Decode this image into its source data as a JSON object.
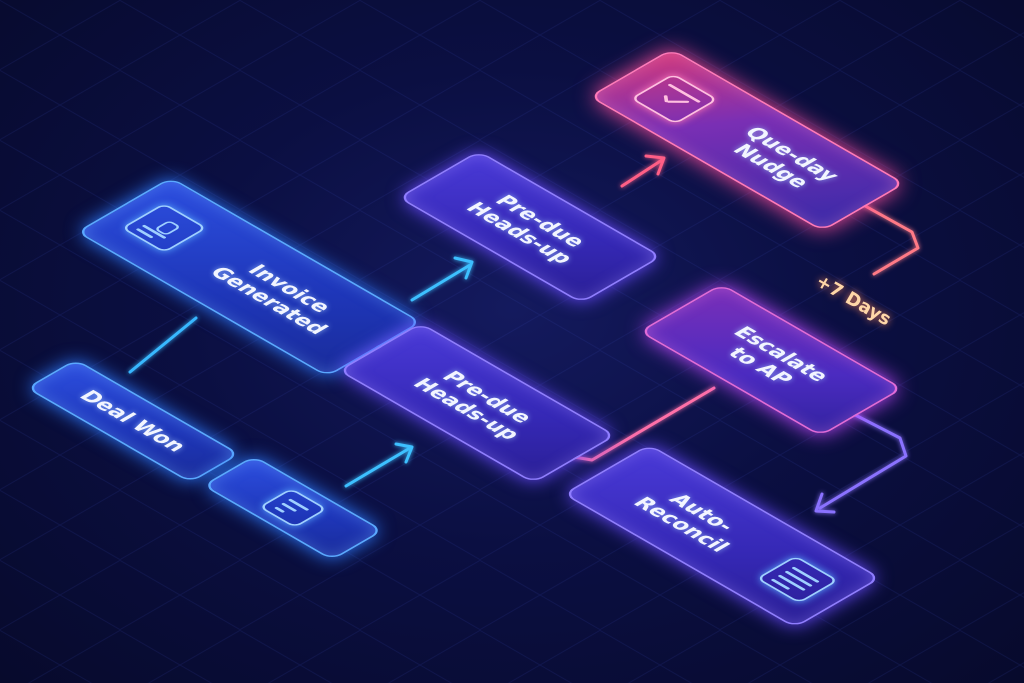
{
  "nodes": {
    "deal_won": "Deal Won",
    "invoice_generated": "Invoice\nGenerated",
    "pre_due_top": "Pre-due\nHeads-up",
    "pre_due_mid": "Pre-due\nHeads-up",
    "due_day_nudge": "Que-day\nNudge",
    "escalate": "Escalate\nto AP",
    "auto_reconcil": "Auto-\nReconcil"
  },
  "delay_label": "+7 Days",
  "colors": {
    "background": "#0b0f42",
    "blue_accent": "#5aa8ff",
    "violet_accent": "#8f7dff",
    "magenta_accent": "#e06bd8",
    "hot_accent": "#ff79b8",
    "wire_cyan": "#39b8ff",
    "wire_pink": "#ff6fa8"
  },
  "icons": {
    "invoice": "invoice-dollar-icon",
    "document": "document-list-icon",
    "calendar": "calendar-check-icon",
    "reconcile": "ledger-list-icon"
  }
}
